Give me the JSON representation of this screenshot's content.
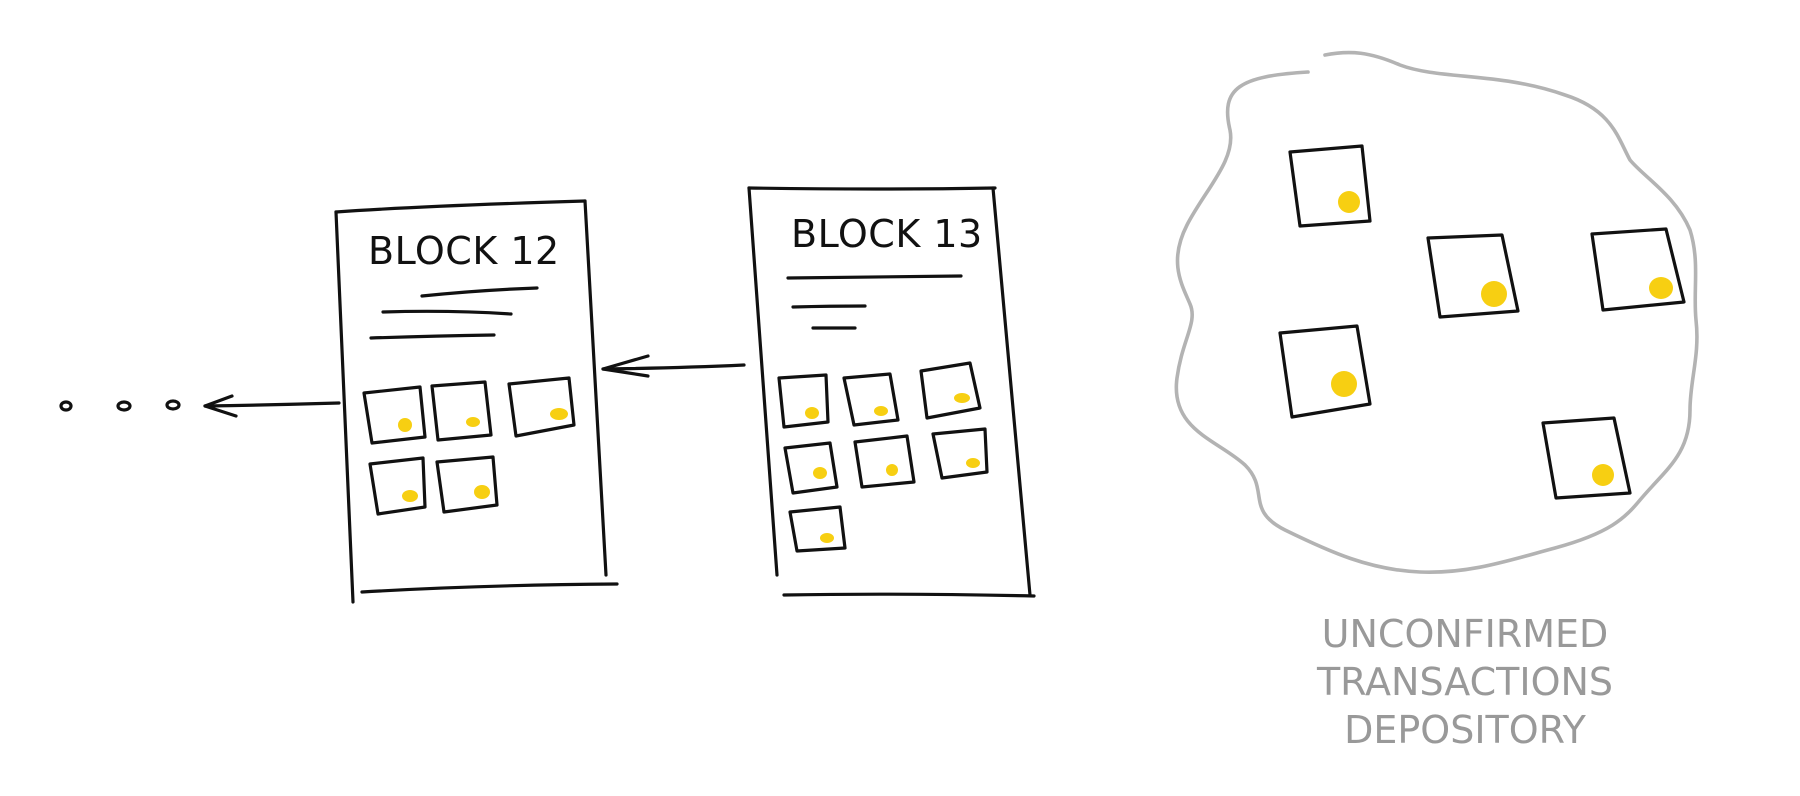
{
  "diagram": {
    "blocks": [
      {
        "title": "BLOCK 12",
        "transaction_count": 5
      },
      {
        "title": "BLOCK 13",
        "transaction_count": 7
      }
    ],
    "pool": {
      "label_lines": [
        "UNCONFIRMED",
        "TRANSACTIONS",
        "DEPOSITORY"
      ],
      "transaction_count": 5
    },
    "colors": {
      "ink": "#111111",
      "coin": "#f7cf12",
      "pool_outline": "#b3b3b3",
      "pool_label": "#999999"
    }
  }
}
